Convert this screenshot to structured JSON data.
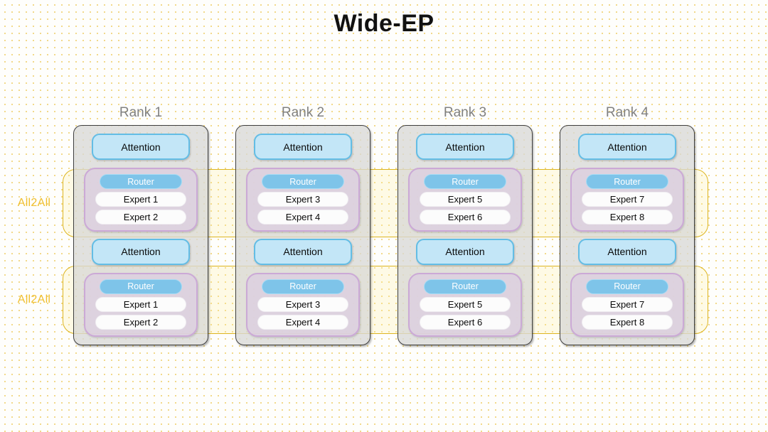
{
  "title": "Wide-EP",
  "colors": {
    "accent_yellow": "#f0bf2e",
    "band_border": "#ddb520",
    "attention_fill": "#c3e6f7",
    "attention_border": "#63bde5",
    "router_fill": "#7ec4e9",
    "moe_fill": "#dccee0",
    "moe_border": "#cba9d6",
    "rank_fill": "#d8d8d6",
    "rank_border": "#3f3f3f",
    "rank_title": "#808080",
    "background": "#fefefc",
    "dot_pattern": "#f2d98a"
  },
  "bands": [
    {
      "label": "All2All"
    },
    {
      "label": "All2All"
    }
  ],
  "ranks": [
    {
      "title": "Rank 1",
      "layers": [
        {
          "type": "attention",
          "label": "Attention"
        },
        {
          "type": "moe",
          "router": "Router",
          "experts": [
            "Expert 1",
            "Expert 2"
          ]
        },
        {
          "type": "attention",
          "label": "Attention"
        },
        {
          "type": "moe",
          "router": "Router",
          "experts": [
            "Expert 1",
            "Expert 2"
          ]
        }
      ]
    },
    {
      "title": "Rank 2",
      "layers": [
        {
          "type": "attention",
          "label": "Attention"
        },
        {
          "type": "moe",
          "router": "Router",
          "experts": [
            "Expert 3",
            "Expert 4"
          ]
        },
        {
          "type": "attention",
          "label": "Attention"
        },
        {
          "type": "moe",
          "router": "Router",
          "experts": [
            "Expert 3",
            "Expert 4"
          ]
        }
      ]
    },
    {
      "title": "Rank 3",
      "layers": [
        {
          "type": "attention",
          "label": "Attention"
        },
        {
          "type": "moe",
          "router": "Router",
          "experts": [
            "Expert 5",
            "Expert 6"
          ]
        },
        {
          "type": "attention",
          "label": "Attention"
        },
        {
          "type": "moe",
          "router": "Router",
          "experts": [
            "Expert 5",
            "Expert 6"
          ]
        }
      ]
    },
    {
      "title": "Rank 4",
      "layers": [
        {
          "type": "attention",
          "label": "Attention"
        },
        {
          "type": "moe",
          "router": "Router",
          "experts": [
            "Expert 7",
            "Expert 8"
          ]
        },
        {
          "type": "attention",
          "label": "Attention"
        },
        {
          "type": "moe",
          "router": "Router",
          "experts": [
            "Expert 7",
            "Expert 8"
          ]
        }
      ]
    }
  ]
}
